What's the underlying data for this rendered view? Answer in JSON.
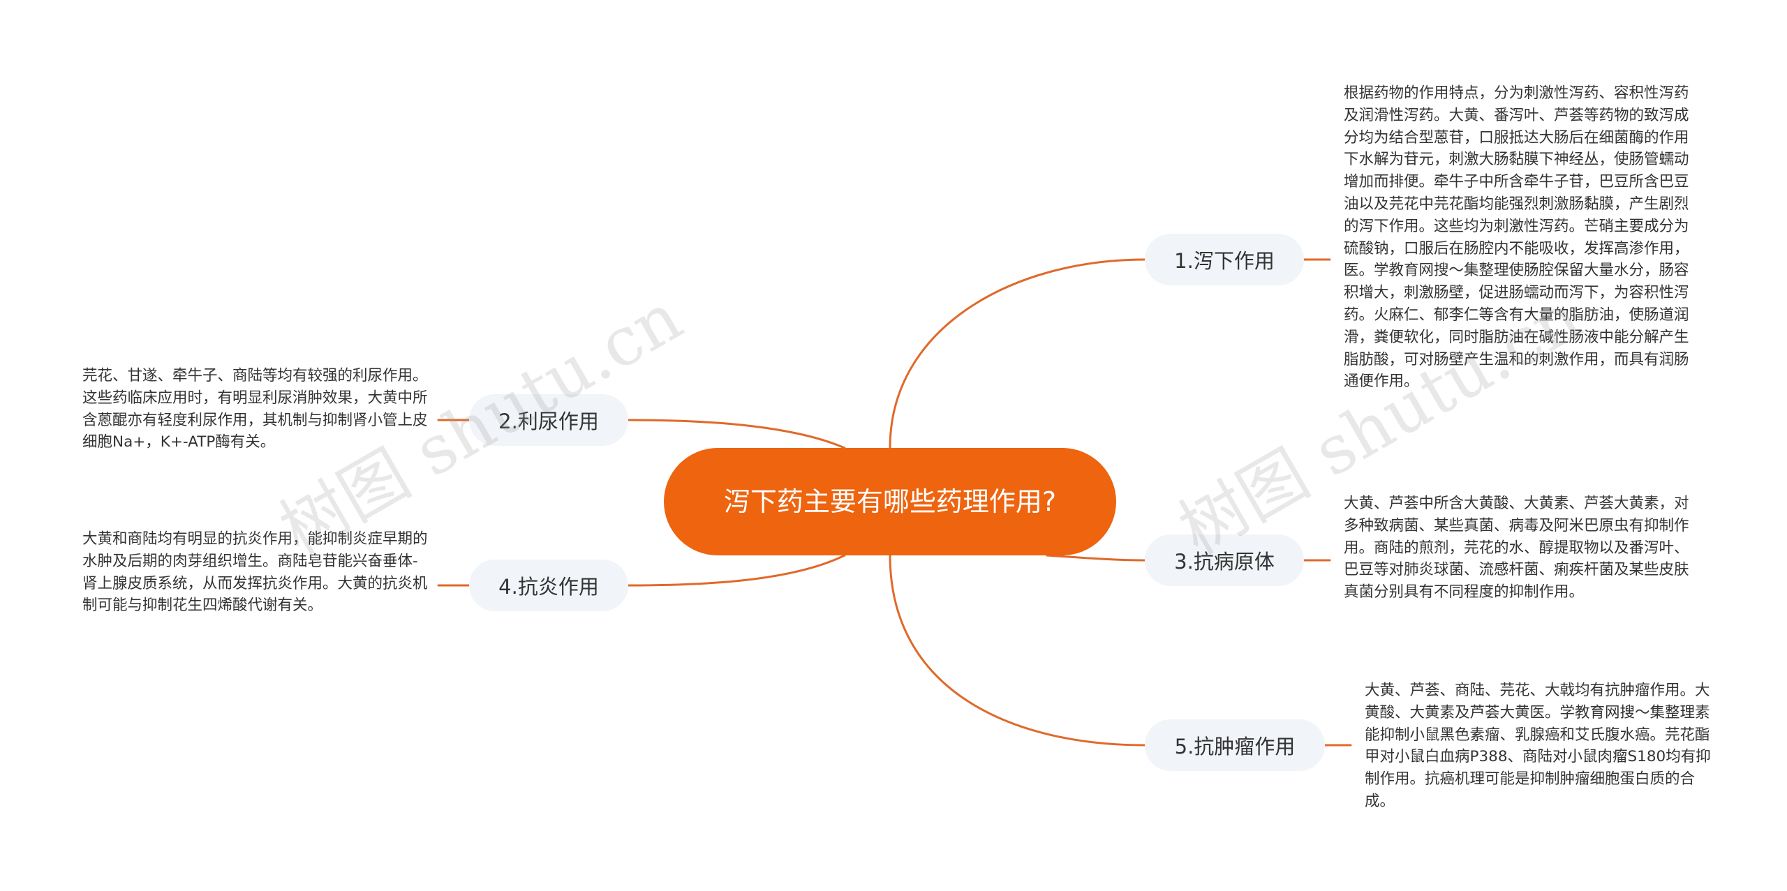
{
  "root": {
    "title": "泻下药主要有哪些药理作用?"
  },
  "branches": [
    {
      "label": "1.泻下作用",
      "detail": "根据药物的作用特点，分为刺激性泻药、容积性泻药及润滑性泻药。大黄、番泻叶、芦荟等药物的致泻成分均为结合型蒽苷，口服抵达大肠后在细菌酶的作用下水解为苷元，刺激大肠黏膜下神经丛，使肠管蠕动增加而排便。牵牛子中所含牵牛子苷，巴豆所含巴豆油以及芫花中芫花酯均能强烈刺激肠黏膜，产生剧烈的泻下作用。这些均为刺激性泻药。芒硝主要成分为硫酸钠，口服后在肠腔内不能吸收，发挥高渗作用，医。学教育网搜～集整理使肠腔保留大量水分，肠容积增大，刺激肠壁，促进肠蠕动而泻下，为容积性泻药。火麻仁、郁李仁等含有大量的脂肪油，使肠道润滑，粪便软化，同时脂肪油在碱性肠液中能分解产生脂肪酸，可对肠壁产生温和的刺激作用，而具有润肠通便作用。"
    },
    {
      "label": "2.利尿作用",
      "detail": "芫花、甘遂、牵牛子、商陆等均有较强的利尿作用。这些药临床应用时，有明显利尿消肿效果，大黄中所含蒽醌亦有轻度利尿作用，其机制与抑制肾小管上皮细胞Na+，K+-ATP酶有关。"
    },
    {
      "label": "3.抗病原体",
      "detail": "大黄、芦荟中所含大黄酸、大黄素、芦荟大黄素，对多种致病菌、某些真菌、病毒及阿米巴原虫有抑制作用。商陆的煎剂，芫花的水、醇提取物以及番泻叶、巴豆等对肺炎球菌、流感杆菌、痢疾杆菌及某些皮肤真菌分别具有不同程度的抑制作用。"
    },
    {
      "label": "4.抗炎作用",
      "detail": "大黄和商陆均有明显的抗炎作用，能抑制炎症早期的水肿及后期的肉芽组织增生。商陆皂苷能兴奋垂体-肾上腺皮质系统，从而发挥抗炎作用。大黄的抗炎机制可能与抑制花生四烯酸代谢有关。"
    },
    {
      "label": "5.抗肿瘤作用",
      "detail": "大黄、芦荟、商陆、芫花、大戟均有抗肿瘤作用。大黄酸、大黄素及芦荟大黄医。学教育网搜～集整理素能抑制小鼠黑色素瘤、乳腺癌和艾氏腹水癌。芫花酯甲对小鼠白血病P388、商陆对小鼠肉瘤S180均有抑制作用。抗癌机理可能是抑制肿瘤细胞蛋白质的合成。"
    }
  ],
  "watermarks": [
    "树图 shutu.cn",
    "树图 shutu.cn"
  ],
  "colors": {
    "root_fill": "#ee640f",
    "line": "#e0692a",
    "branch_fill": "#f1f4f8",
    "text": "#333333"
  }
}
